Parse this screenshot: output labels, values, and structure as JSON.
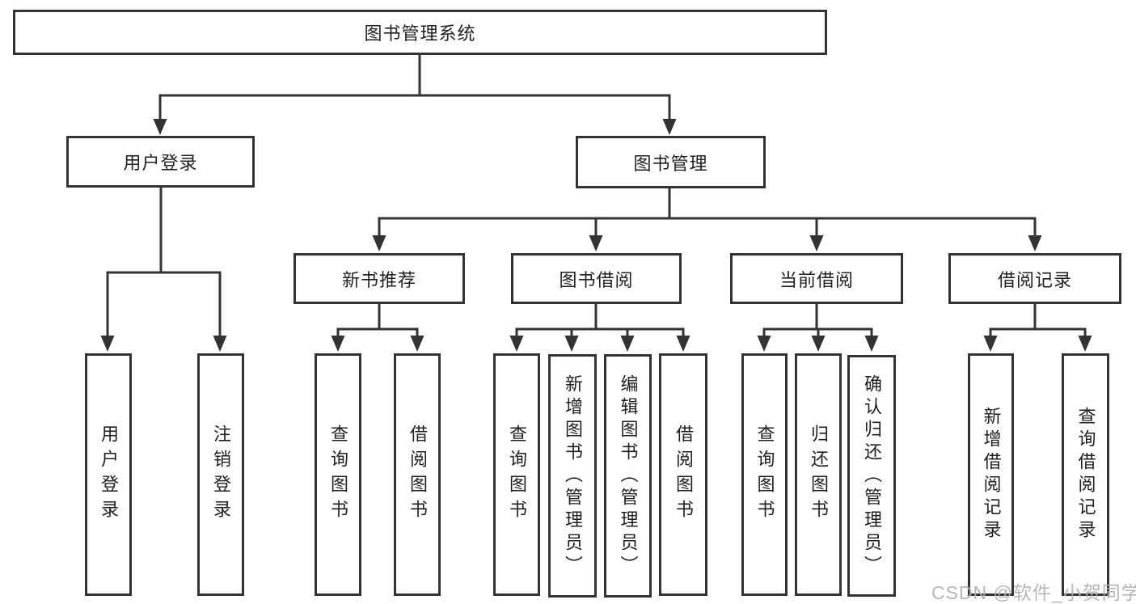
{
  "diagram": {
    "title": "图书管理系统",
    "root": {
      "label": "图书管理系统"
    },
    "level2": [
      {
        "id": "user-login",
        "label": "用户登录"
      },
      {
        "id": "book-management",
        "label": "图书管理"
      }
    ],
    "level3": [
      {
        "id": "new-book-recommend",
        "label": "新书推荐",
        "parent": "图书管理"
      },
      {
        "id": "book-borrow",
        "label": "图书借阅",
        "parent": "图书管理"
      },
      {
        "id": "current-borrow",
        "label": "当前借阅",
        "parent": "图书管理"
      },
      {
        "id": "borrow-record",
        "label": "借阅记录",
        "parent": "图书管理"
      }
    ],
    "leaves": [
      {
        "label": "用户登录",
        "parent": "用户登录"
      },
      {
        "label": "注销登录",
        "parent": "用户登录"
      },
      {
        "label": "查询图书",
        "parent": "新书推荐"
      },
      {
        "label": "借阅图书",
        "parent": "新书推荐"
      },
      {
        "label": "查询图书",
        "parent": "图书借阅"
      },
      {
        "label": "新增图书（管理员）",
        "parent": "图书借阅"
      },
      {
        "label": "编辑图书（管理员）",
        "parent": "图书借阅"
      },
      {
        "label": "借阅图书",
        "parent": "图书借阅"
      },
      {
        "label": "查询图书",
        "parent": "当前借阅"
      },
      {
        "label": "归还图书",
        "parent": "当前借阅"
      },
      {
        "label": "确认归还（管理员）",
        "parent": "当前借阅"
      },
      {
        "label": "新增借阅记录",
        "parent": "借阅记录"
      },
      {
        "label": "查询借阅记录",
        "parent": "借阅记录"
      }
    ],
    "colors": {
      "border": "#333333",
      "line": "#333333",
      "text": "#1f1f1f",
      "background": "#ffffff",
      "watermark": "#b3b3b3"
    }
  },
  "watermark": {
    "text": "CSDN @软件_小贺同学"
  }
}
